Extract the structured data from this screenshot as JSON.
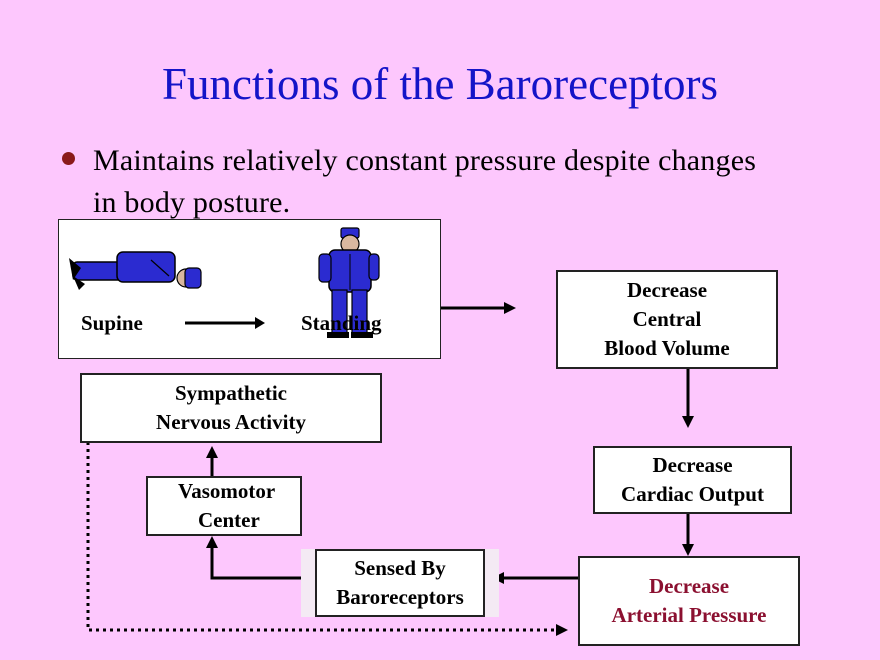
{
  "slide": {
    "title": "Functions of the Baroreceptors",
    "bullet": "Maintains relatively constant pressure despite changes in body posture."
  },
  "posture": {
    "supine_label": "Supine",
    "standing_label": "Standing"
  },
  "nodes": {
    "decrease_cbv": [
      "Decrease",
      "Central",
      "Blood Volume"
    ],
    "decrease_co": [
      "Decrease",
      "Cardiac Output"
    ],
    "decrease_ap": [
      "Decrease",
      "Arterial Pressure"
    ],
    "sensed": [
      "Sensed By",
      "Baroreceptors"
    ],
    "vasomotor": [
      "Vasomotor",
      "Center"
    ],
    "sympathetic": [
      "Sympathetic",
      "Nervous Activity"
    ]
  },
  "colors": {
    "background": "#fdc7fd",
    "title": "#1414c8",
    "figure": "#2b2bd0",
    "arterial_text": "#8b1030"
  }
}
